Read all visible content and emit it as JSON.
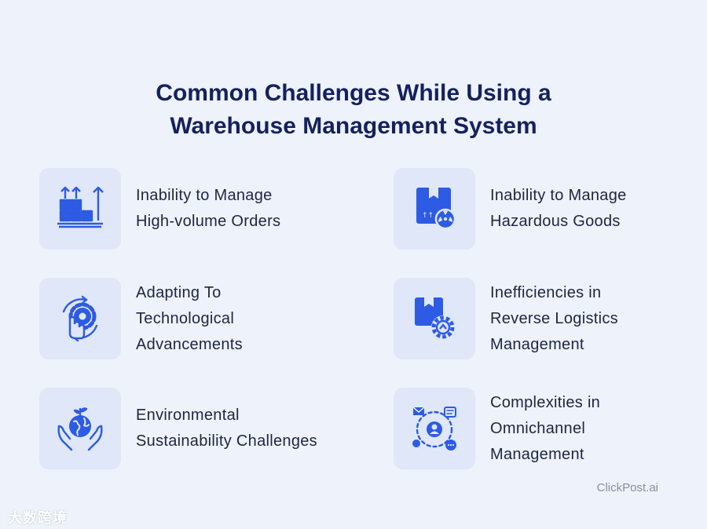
{
  "title": {
    "line1": "Common Challenges While Using a",
    "line2": "Warehouse Management System"
  },
  "cards": [
    {
      "icon": "pallet-boxes-arrows-icon",
      "lines": [
        "Inability to Manage",
        "High-volume Orders"
      ]
    },
    {
      "icon": "hazardous-box-icon",
      "lines": [
        "Inability to Manage",
        "Hazardous Goods"
      ]
    },
    {
      "icon": "gear-touch-icon",
      "lines": [
        "Adapting To",
        "Technological",
        "Advancements"
      ]
    },
    {
      "icon": "box-return-gear-icon",
      "lines": [
        "Inefficiencies in",
        "Reverse Logistics",
        "Management"
      ]
    },
    {
      "icon": "globe-hands-icon",
      "lines": [
        "Environmental",
        "Sustainability Challenges"
      ]
    },
    {
      "icon": "omnichannel-network-icon",
      "lines": [
        "Complexities in",
        "Omnichannel",
        "Management"
      ]
    }
  ],
  "brand": "ClickPost.ai",
  "watermark": "大数跨境",
  "colors": {
    "background": "#eef2fa",
    "title": "#14215f",
    "icon_tile": "#dfe7f8",
    "icon": "#2d5be3",
    "text": "#1e2640",
    "brand": "#8a8f99"
  }
}
